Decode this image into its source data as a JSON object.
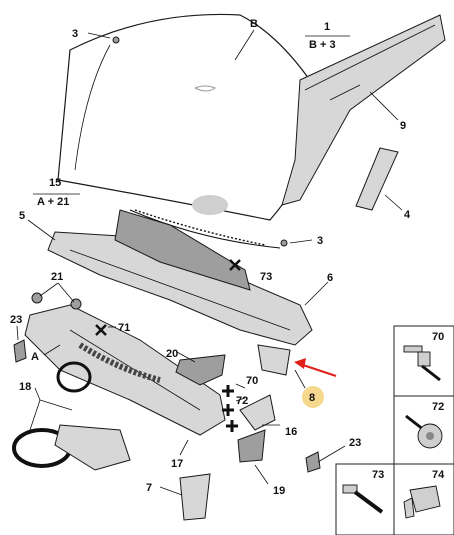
{
  "labels": {
    "c3_top": "3",
    "cB": "B",
    "frac1_num": "1",
    "frac1_den": "B + 3",
    "c9": "9",
    "frac15_num": "15",
    "frac15_den": "A + 21",
    "c4": "4",
    "c5": "5",
    "c3_mid": "3",
    "c73_top": "73",
    "c6": "6",
    "c21": "21",
    "c23_left": "23",
    "c71": "71",
    "cA": "A",
    "c20": "20",
    "c70_mid": "70",
    "c8": "8",
    "c18": "18",
    "c72_mid": "72",
    "c16": "16",
    "c23_right": "23",
    "c17": "17",
    "c19": "19",
    "c7": "7",
    "box70": "70",
    "box72": "72",
    "box73": "73",
    "box74": "74"
  },
  "colors": {
    "highlight_badge": "#f5d78e",
    "arrow": "#e0201b",
    "line": "#111111",
    "part_fill": "#d7d7d7"
  }
}
